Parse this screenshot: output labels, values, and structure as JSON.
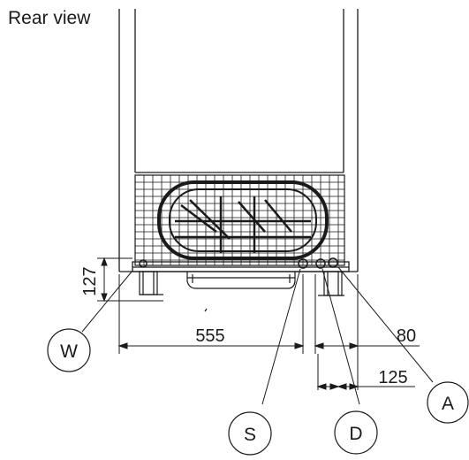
{
  "title": "Rear view",
  "dimensions": {
    "height_127": "127",
    "width_555": "555",
    "offset_80": "80",
    "offset_125": "125"
  },
  "callouts": {
    "w": "W",
    "s": "S",
    "d": "D",
    "a": "A"
  },
  "colors": {
    "line": "#1a1a1a",
    "background": "#ffffff"
  }
}
